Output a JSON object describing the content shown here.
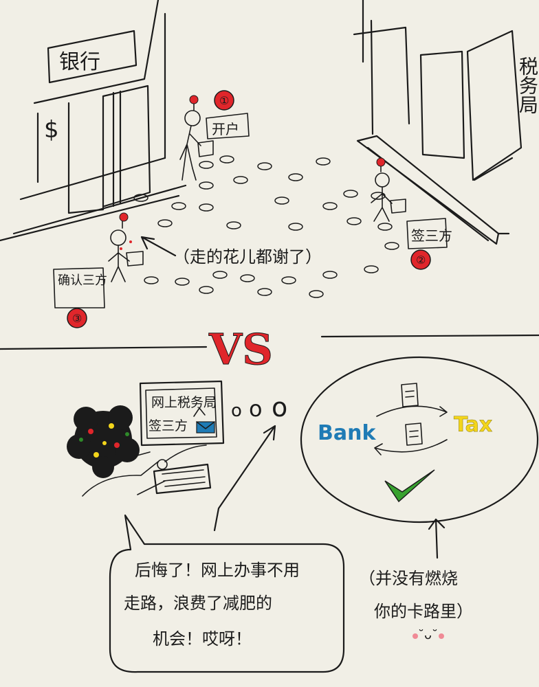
{
  "top": {
    "bank_sign": "银行",
    "dollar": "$",
    "tax_office_sign": "税务局",
    "steps": [
      {
        "number": "①",
        "label": "开户"
      },
      {
        "number": "②",
        "label": "签三方"
      },
      {
        "number": "③",
        "label": "确认三方"
      }
    ],
    "caption": "（走的花儿都谢了）"
  },
  "divider": {
    "label": "VS"
  },
  "bottom": {
    "screen_title": "网上税务局",
    "screen_sign_label": "签三方",
    "thought_bubbles": [
      "o",
      "o",
      "o"
    ],
    "bank_label": "Bank",
    "tax_label": "Tax",
    "speech": [
      "后悔了！网上办事不用",
      "走路，浪费了减肥的",
      "机会！哎呀！"
    ],
    "note": [
      "（并没有燃烧",
      "你的卡路里）"
    ],
    "smile": "˘ᴗ˘"
  },
  "colors": {
    "red": "#e0262b",
    "bank_blue": "#1f7bb5",
    "tax_yellow": "#f3d51b",
    "check_green": "#38a22f",
    "ink": "#1b1b1b",
    "paper": "#f1efe6"
  }
}
